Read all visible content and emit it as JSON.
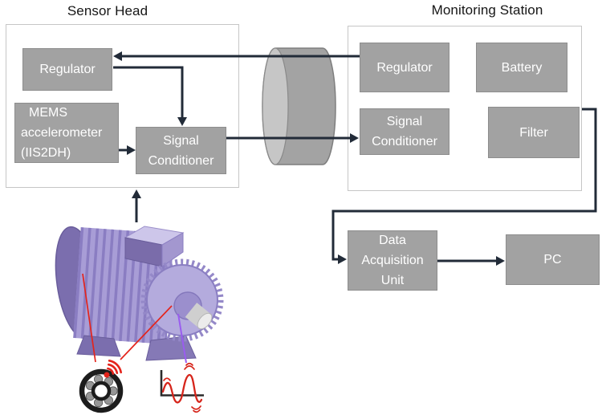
{
  "titles": {
    "sensor_head": "Sensor Head",
    "monitoring_station": "Monitoring Station"
  },
  "sensor_head": {
    "regulator_label": "Regulator",
    "mems_lines": [
      "MEMS",
      "accelerometer",
      "(IIS2DH)"
    ],
    "signal_conditioner_lines": [
      "Signal",
      "Conditioner"
    ]
  },
  "monitoring_station": {
    "regulator_label": "Regulator",
    "battery_label": "Battery",
    "signal_conditioner_lines": [
      "Signal",
      "Conditioner"
    ],
    "filter_label": "Filter"
  },
  "acquisition": {
    "dau_lines": [
      "Data",
      "Acquisition",
      "Unit"
    ],
    "pc_label": "PC"
  },
  "illustrations": {
    "cable_cylinder": "cable-coupling-cylinder",
    "motor": "induction-motor",
    "bearing": "ball-bearing",
    "vibration_waves": "vibration-emission-waves",
    "waveform_plot": "vibration-waveform-plot"
  },
  "colors": {
    "block_fill": "#a2a2a2",
    "block_border": "#8d8d8d",
    "block_text": "#ffffff",
    "connector": "#222b38",
    "container_border": "#c6c6c6",
    "cylinder_gray": "#a3a3a3",
    "fault_red": "#e4241c",
    "vibration_purple": "#9a5cf0",
    "motor_lavender": "#a89dd6"
  }
}
